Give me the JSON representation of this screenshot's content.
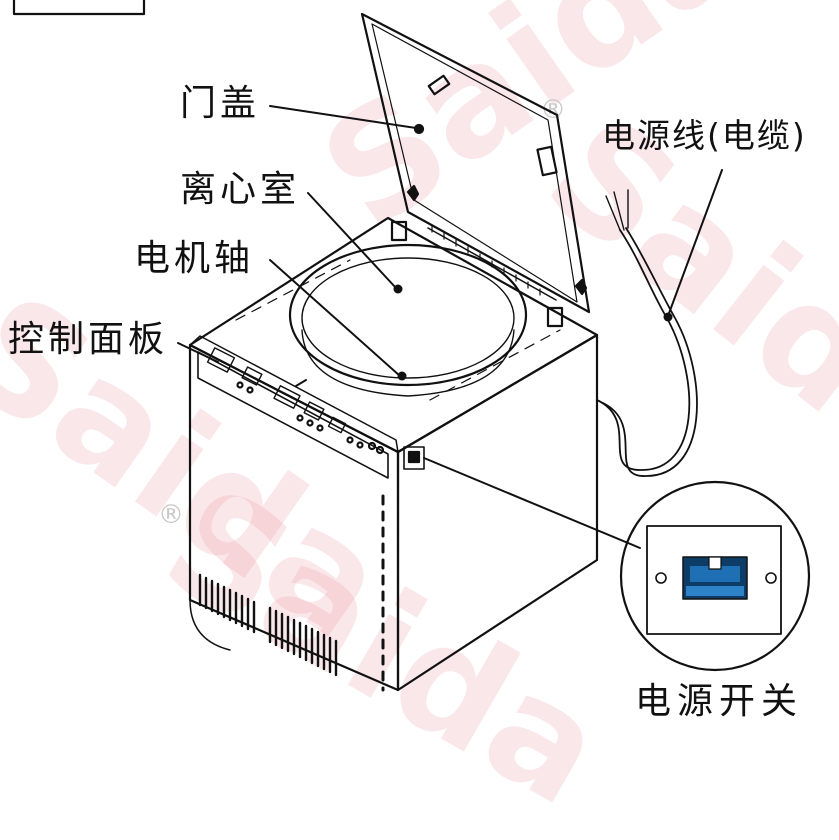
{
  "labels": {
    "door_lid": "门盖",
    "chamber": "离心室",
    "motor_shaft": "电机轴",
    "control_panel": "控制面板",
    "power_cord": "电源线(电缆)",
    "power_switch": "电源开关"
  },
  "watermark": {
    "text": "Saida",
    "registered_mark": "®",
    "color": "#e8808a"
  },
  "colors": {
    "line": "#111111",
    "switch_blue": "#1f6fb5",
    "switch_dark": "#0d3c66"
  }
}
